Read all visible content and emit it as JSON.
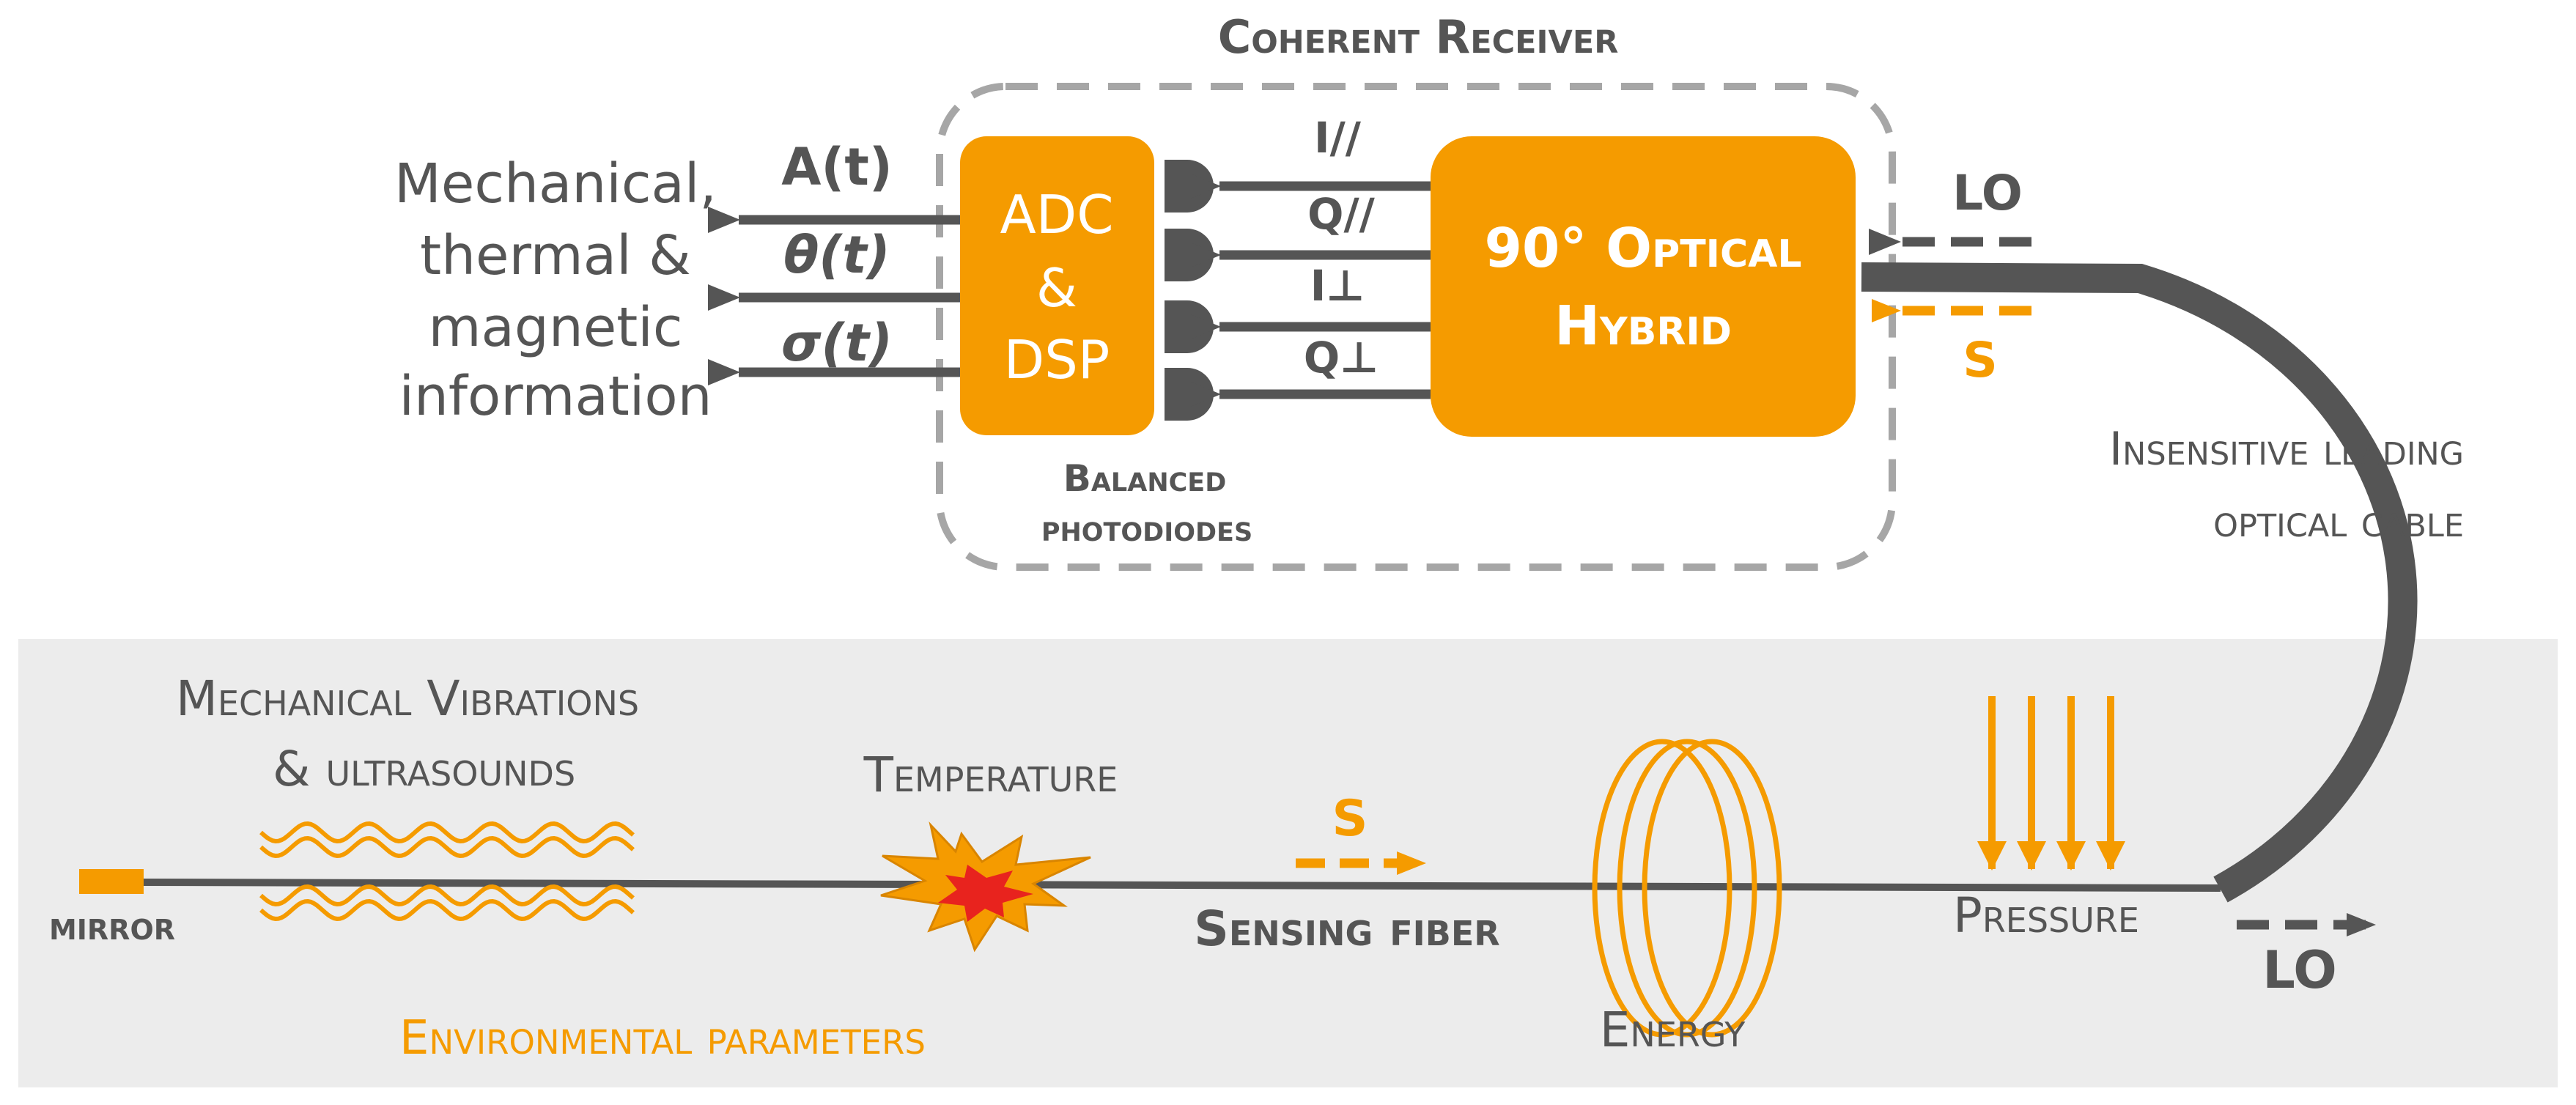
{
  "colors": {
    "orange": "#F59B00",
    "dark_gray": "#555555",
    "dashed_gray": "#A6A6A6",
    "panel_bg": "#ECECEC",
    "red": "#E8231E",
    "white": "#FFFFFF"
  },
  "receiver": {
    "title": "Coherent Receiver",
    "adc_lines": [
      "ADC",
      "&",
      "DSP"
    ],
    "hybrid_lines": [
      "90° Optical",
      "Hybrid"
    ],
    "photodiodes_lines": [
      "Balanced",
      "photodiodes"
    ],
    "outputs": [
      "A(t)",
      "θ(t)",
      "σ(t)"
    ],
    "channels": [
      "I//",
      "Q//",
      "I⊥",
      "Q⊥"
    ]
  },
  "info_lines": [
    "Mechanical,",
    "thermal &",
    "magnetic",
    "information"
  ],
  "inputs": {
    "lo": "LO",
    "s": "S"
  },
  "cable_lines": [
    "Insensitive leading",
    "optical cable"
  ],
  "sensing": {
    "mirror": "mirror",
    "vibrations_lines": [
      "Mechanical Vibrations",
      "& ultrasounds"
    ],
    "temperature": "Temperature",
    "signal": "S",
    "fiber": "Sensing fiber",
    "energy": "Energy",
    "pressure": "Pressure",
    "lo_out": "LO",
    "environmental": "Environmental parameters"
  },
  "icons": [
    "photodiode-icon",
    "explosion-icon",
    "coil-icon",
    "wave-icon",
    "arrow-icon"
  ]
}
